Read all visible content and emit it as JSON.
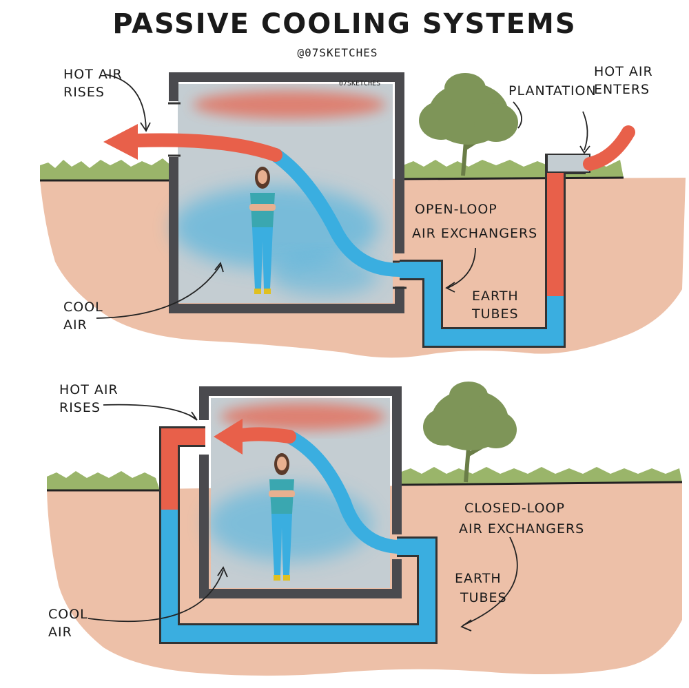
{
  "title": "PASSIVE COOLING SYSTEMS",
  "handle": "@07SKETCHES",
  "watermark": "07SKETCHES",
  "top_panel": {
    "hot_air_rises": [
      "HOT AIR",
      "RISES"
    ],
    "plantation": "PLANTATION",
    "hot_air_enters": [
      "HOT AIR",
      "ENTERS"
    ],
    "open_loop": [
      "OPEN-LOOP",
      "AIR EXCHANGERS"
    ],
    "earth_tubes": [
      "EARTH",
      "TUBES"
    ],
    "cool_air": [
      "COOL",
      "AIR"
    ]
  },
  "bottom_panel": {
    "hot_air_rises": [
      "HOT AIR",
      "RISES"
    ],
    "closed_loop": [
      "CLOSED-LOOP",
      "AIR EXCHANGERS"
    ],
    "earth_tubes": [
      "EARTH",
      "TUBES"
    ],
    "cool_air": [
      "COOL",
      "AIR"
    ]
  },
  "colors": {
    "hot": "#e8604a",
    "cool": "#3aaee0",
    "soil": "#edc0a8",
    "grass": "#9ab56a",
    "tree": "#7e9558",
    "wall": "#4a4a4e",
    "room": "#c4cdd2"
  }
}
